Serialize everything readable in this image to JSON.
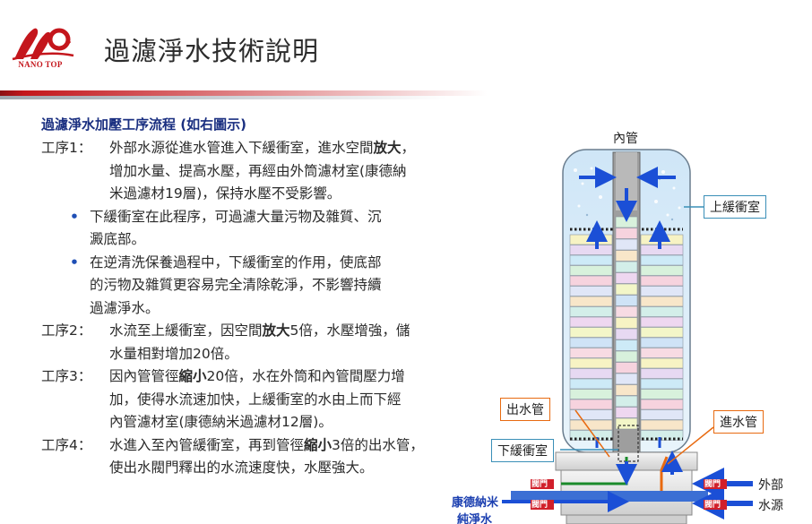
{
  "header": {
    "logo_brand": "NANO TOP",
    "title": "過濾淨水技術說明"
  },
  "content": {
    "section_title": "過濾淨水加壓工序流程 (如右圖示)",
    "step1": {
      "label": "工序1：",
      "l1a": "外部水源從進水管進入下緩衝室，進水空間",
      "l1b": "放大",
      "l1c": "，",
      "l2": "增加水量、提高水壓，再經由外筒濾材室(康德納",
      "l3": "米過濾材19層)，保持水壓不受影響。"
    },
    "bullet1": {
      "l1": "下緩衝室在此程序，可過濾大量污物及雜質、沉",
      "l2": "澱底部。"
    },
    "bullet2": {
      "l1": "在逆清洗保養過程中，下緩衝室的作用，使底部",
      "l2": "的污物及雜質更容易完全清除乾淨，不影響持續",
      "l3": "過濾淨水。"
    },
    "step2": {
      "label": "工序2：",
      "l1a": "水流至上緩衝室，因空間",
      "l1b": "放大",
      "l1c": "5倍，水壓增強，儲",
      "l2": "水量相對增加20倍。"
    },
    "step3": {
      "label": "工序3：",
      "l1a": "因內管管徑",
      "l1b": "縮小",
      "l1c": "20倍，水在外筒和內管間壓力增",
      "l2": "加，使得水流速加快，上緩衝室的水由上而下經",
      "l3": "內管濾材室(康德納米過濾材12層)。"
    },
    "step4": {
      "label": "工序4：",
      "l1a": "水進入至內管緩衝室，再到管徑",
      "l1b": "縮小",
      "l1c": "3倍的出水管，",
      "l2": "使出水閥門釋出的水流速度快，水壓強大。"
    }
  },
  "diagram": {
    "inner_pipe": "內管",
    "upper_buffer": "上緩衝室",
    "outlet_pipe": "出水管",
    "inlet_pipe": "進水管",
    "lower_buffer": "下緩衝室",
    "external_source_1": "外部",
    "external_source_2": "水源",
    "product_1": "康德納米",
    "product_2": "純淨水",
    "valve": "閥門"
  },
  "colors": {
    "brand_red": "#c4161c",
    "heading_blue": "#1a2f80",
    "flow_blue": "#1b4fd6",
    "outlet_green": "#1a8a2a",
    "inlet_orange": "#e86a10"
  }
}
